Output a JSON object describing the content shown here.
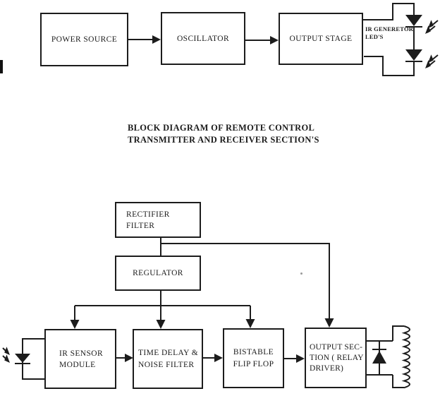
{
  "meta": {
    "background_color": "#ffffff",
    "ink_color": "#1c1c1c",
    "description": "Scanned block diagram, black ink on white"
  },
  "title": {
    "text": "BLOCK DIAGRAM OF REMOTE CONTROL\nTRANSMITTER AND RECEIVER SECTION'S"
  },
  "transmitter": {
    "power_source": "POWER SOURCE",
    "oscillator": "OSCILLATOR",
    "output_stage": "OUTPUT STAGE",
    "led_label": "IR GENERETOR\nLED'S"
  },
  "receiver": {
    "rectifier_filter": "RECTIFIER\nFILTER",
    "regulator": "REGULATOR",
    "ir_sensor_module": "IR SENSOR\nMODULE",
    "time_delay_noise_filter": "TIME DELAY &\nNOISE FILTER",
    "bistable_flip_flop": "BISTABLE\nFLIP FLOP",
    "output_section": "OUTPUT SEC-\nTION ( RELAY\nDRIVER)"
  },
  "icons": {
    "ir_led_top": "ir-led-diode-icon",
    "ir_led_bottom": "ir-led-diode-icon",
    "ir_photodiode": "ir-photodiode-icon",
    "flyback_diode": "flyback-diode-icon",
    "relay_coil": "relay-coil-icon",
    "arrowheads": "solid-triangle-arrow-icon"
  }
}
